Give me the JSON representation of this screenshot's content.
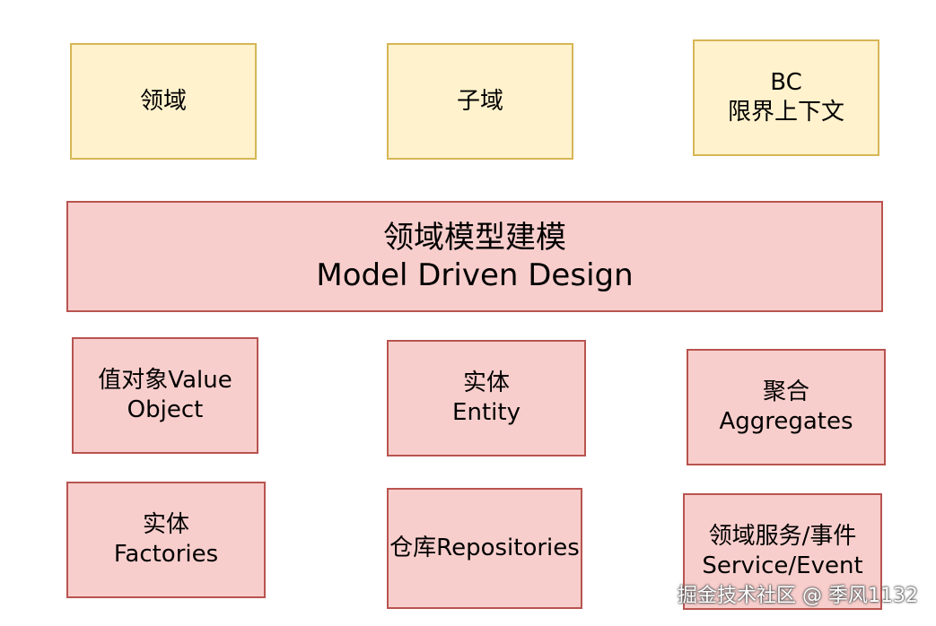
{
  "top_row": [
    {
      "lines": [
        "领域"
      ]
    },
    {
      "lines": [
        "子域"
      ]
    },
    {
      "lines": [
        "BC",
        "限界上下文"
      ]
    }
  ],
  "main": {
    "lines": [
      "领域模型建模",
      "Model Driven Design"
    ]
  },
  "middle_row": [
    {
      "lines": [
        "值对象Value",
        "Object"
      ]
    },
    {
      "lines": [
        "实体",
        "Entity"
      ]
    },
    {
      "lines": [
        "聚合",
        "Aggregates"
      ]
    }
  ],
  "bottom_row": [
    {
      "lines": [
        "实体",
        "Factories"
      ]
    },
    {
      "lines": [
        "仓库Repositories"
      ]
    },
    {
      "lines": [
        "领域服务/事件",
        "Service/Event"
      ]
    }
  ],
  "watermark": "掘金技术社区 @ 季风1132"
}
